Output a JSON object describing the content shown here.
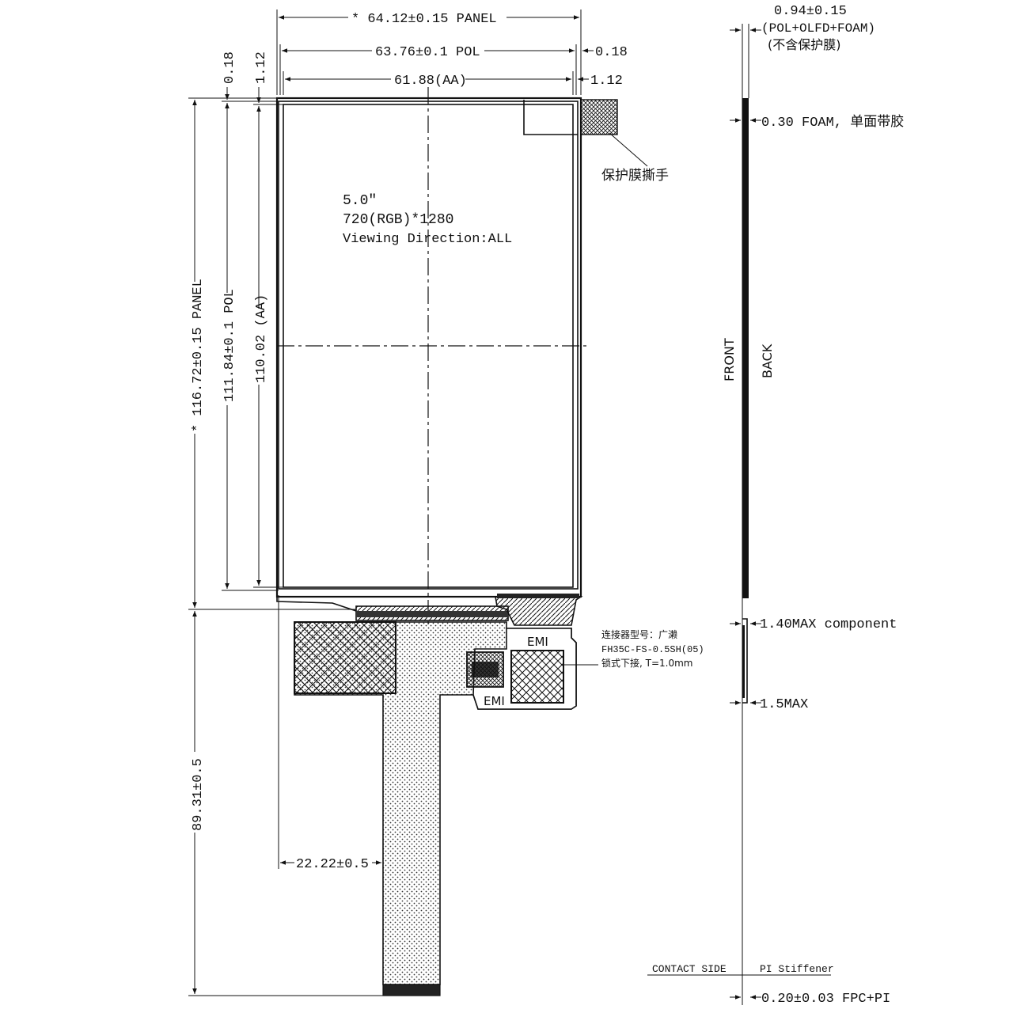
{
  "panel": {
    "size": "5.0″",
    "resolution": "720(RGB)*1280",
    "viewing_direction": "Viewing Direction:ALL"
  },
  "dimensions": {
    "panel_width": "* 64.12±0.15 PANEL",
    "pol_width": "63.76±0.1 POL",
    "aa_width": "61.88(AA)",
    "right_gap_pol": "0.18",
    "right_gap_aa": "1.12",
    "top_gap_pol": "0.18",
    "top_gap_aa": "1.12",
    "panel_height": "* 116.72±0.15 PANEL",
    "pol_height": "111.84±0.1 POL",
    "aa_height": "110.02 (AA)",
    "fpc_length": "89.31±0.5",
    "fpc_offset": "22.22±0.5"
  },
  "side_view": {
    "thickness": "0.94±0.15",
    "thickness_note": "(POL+OLFD+FOAM)",
    "thickness_note_cn": "(不含保护膜)",
    "foam": "0.30 FOAM, 单面带胶",
    "front": "FRONT",
    "back": "BACK",
    "component": "1.40MAX component",
    "max": "1.5MAX",
    "contact_side": "CONTACT SIDE",
    "pi_stiffener": "PI Stiffener",
    "fpc_pi": "0.20±0.03 FPC+PI"
  },
  "labels": {
    "protect_film_tab": "保护膜撕手",
    "emi_top": "EMI",
    "emi_bottom": "EMI",
    "connector_line1": "连接器型号：广濑",
    "connector_line2": "FH35C-FS-0.5SH(05)",
    "connector_line3": "锁式下接, T=1.0mm"
  }
}
